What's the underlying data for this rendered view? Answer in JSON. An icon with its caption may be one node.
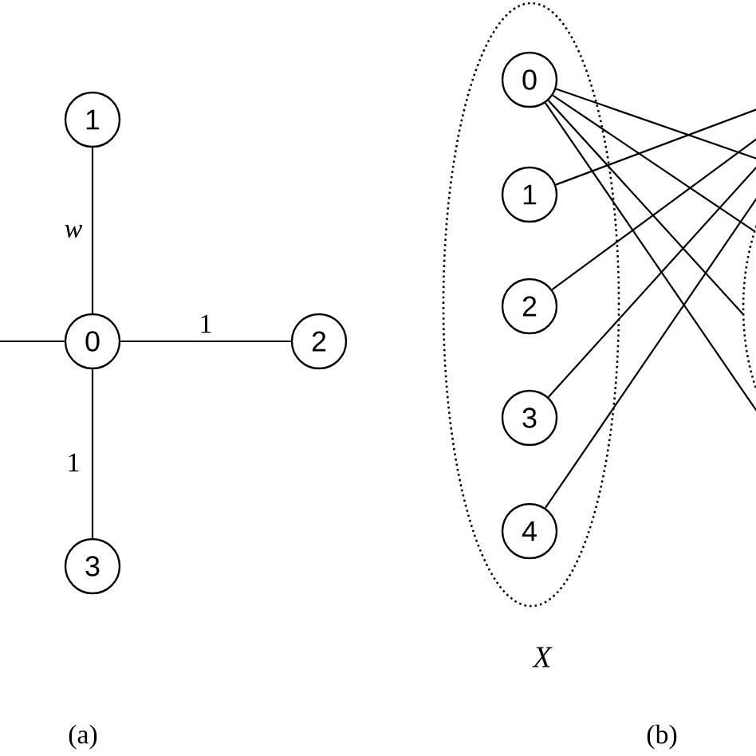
{
  "diagram": {
    "nodes": [
      {
        "text": [
          "0"
        ]
      },
      {
        "text": [
          "1"
        ]
      },
      {
        "text": [
          "2"
        ]
      },
      {
        "text": [
          "3"
        ]
      },
      {
        "text": [
          "X"
        ]
      },
      {
        "text": [
          "0"
        ],
        "in": 4
      },
      {
        "text": [
          "1"
        ],
        "in": 4
      },
      {
        "text": [
          "2"
        ],
        "in": 4
      },
      {
        "text": [
          "3"
        ],
        "in": 4
      },
      {
        "text": [
          "4"
        ],
        "in": 4
      },
      {
        "text": [],
        "shape": "ellipse"
      }
    ],
    "edges": [
      {
        "from": 0,
        "to": 1,
        "arrow": "none",
        "label": "w"
      },
      {
        "from": 0,
        "to": 2,
        "arrow": "none",
        "label": "1"
      },
      {
        "from": 0,
        "to": 3,
        "arrow": "none",
        "label": "1"
      },
      {
        "from": null,
        "to": 0,
        "arrow": "none"
      },
      {
        "from": 5,
        "to": null,
        "arrow": "none"
      },
      {
        "from": 5,
        "to": 10,
        "arrow": "none"
      },
      {
        "from": 5,
        "to": 10,
        "arrow": "none"
      },
      {
        "from": 5,
        "to": 10,
        "arrow": "none"
      },
      {
        "from": 6,
        "to": null,
        "arrow": "none"
      },
      {
        "from": 7,
        "to": null,
        "arrow": "none"
      },
      {
        "from": 8,
        "to": null,
        "arrow": "none"
      },
      {
        "from": 9,
        "to": 10,
        "arrow": "none"
      }
    ],
    "labels": [
      "(a)",
      "(b)"
    ]
  }
}
